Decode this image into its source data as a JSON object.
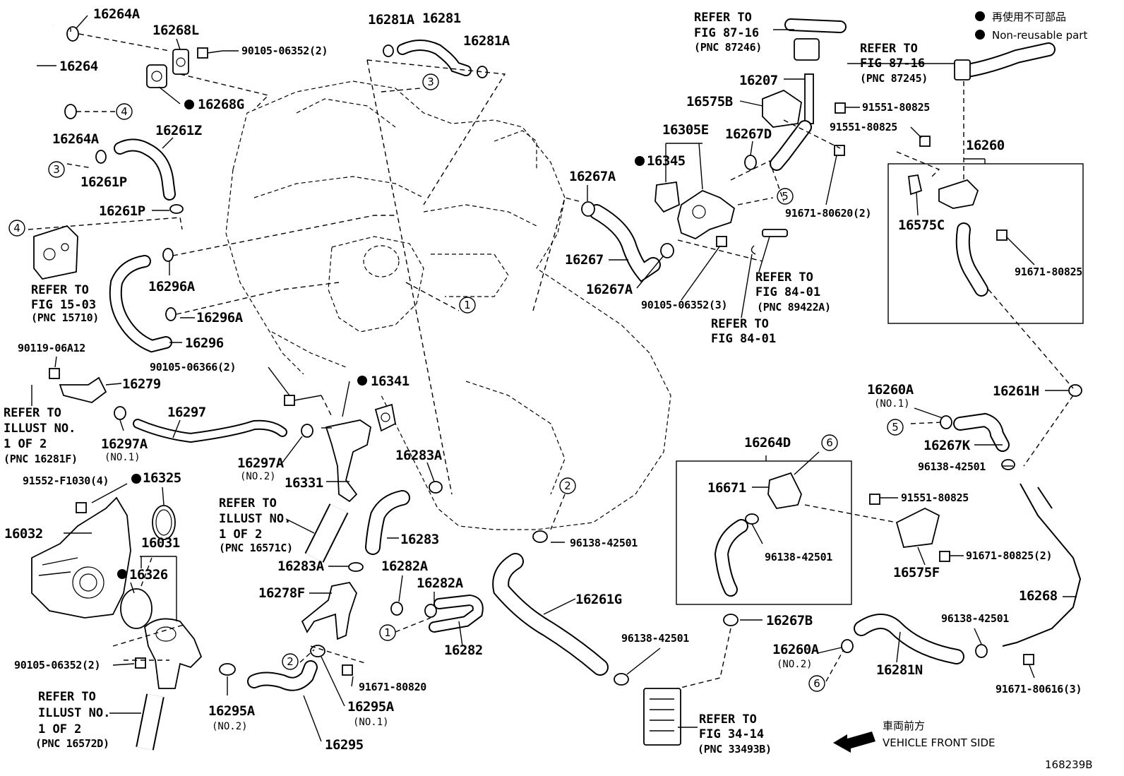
{
  "legend": {
    "jp": "再使用不可部品",
    "en": "Non-reusable part"
  },
  "diagram_code": "168239B",
  "direction": {
    "jp": "車両前方",
    "en": "VEHICLE FRONT SIDE"
  },
  "circle_refs": [
    "1",
    "2",
    "3",
    "4",
    "5",
    "6"
  ],
  "labels": {
    "p16264A_top": "16264A",
    "p16268L": "16268L",
    "p90105_06352_2_top": "90105-06352(2)",
    "p16264": "16264",
    "p16268G": "16268G",
    "p16264A_bot": "16264A",
    "p16261Z": "16261Z",
    "p16261P_a": "16261P",
    "p16261P_b": "16261P",
    "p16281A_a": "16281A",
    "p16281": "16281",
    "p16281A_b": "16281A",
    "ref_87_16_a_1": "REFER TO",
    "ref_87_16_a_2": "FIG 87-16",
    "ref_87_16_a_3": "(PNC 87246)",
    "p16207": "16207",
    "p16575B": "16575B",
    "p16305E": "16305E",
    "p16267D": "16267D",
    "p16345": "16345",
    "p16267A_a": "16267A",
    "p16267": "16267",
    "p16267A_b": "16267A",
    "p90105_06352_3": "90105-06352(3)",
    "ref_84_01_a_1": "REFER TO",
    "ref_84_01_a_2": "FIG 84-01",
    "ref_84_01_a_3": "(PNC 89422A)",
    "ref_84_01_b_1": "REFER TO",
    "ref_84_01_b_2": "FIG 84-01",
    "p91671_80620_2": "91671-80620(2)",
    "ref_87_16_b_1": "REFER TO",
    "ref_87_16_b_2": "FIG 87-16",
    "ref_87_16_b_3": "(PNC 87245)",
    "p91551_80825_a": "91551-80825",
    "p91551_80825_b": "91551-80825",
    "p16260": "16260",
    "p16575C": "16575C",
    "p91671_80825": "91671-80825",
    "ref_15_03_1": "REFER TO",
    "ref_15_03_2": "FIG 15-03",
    "ref_15_03_3": "(PNC 15710)",
    "p16296A_a": "16296A",
    "p16296A_b": "16296A",
    "p16296": "16296",
    "p90119_06A12": "90119-06A12",
    "p16279": "16279",
    "ref_ill_a_1": "REFER TO",
    "ref_ill_a_2": "ILLUST NO.",
    "ref_ill_a_3": "1 OF 2",
    "ref_ill_a_4": "(PNC 16281F)",
    "p16297": "16297",
    "p16297A_no1": "16297A",
    "sub_no1_a": "(NO.1)",
    "p90105_06366_2": "90105-06366(2)",
    "p16341": "16341",
    "p16297A_no2": "16297A",
    "sub_no2_a": "(NO.2)",
    "p16331": "16331",
    "p16283A_a": "16283A",
    "p91552_F1030_4": "91552-F1030(4)",
    "p16325": "16325",
    "p16032": "16032",
    "p16031": "16031",
    "p16326": "16326",
    "ref_ill_b_1": "REFER TO",
    "ref_ill_b_2": "ILLUST NO.",
    "ref_ill_b_3": "1 OF 2",
    "ref_ill_b_4": "(PNC 16571C)",
    "p16283": "16283",
    "p16283A_b": "16283A",
    "p16282A_a": "16282A",
    "p16282A_b": "16282A",
    "p16278F": "16278F",
    "p16282": "16282",
    "p96138_42501_a": "96138-42501",
    "p16261G": "16261G",
    "p90105_06352_2_bot": "90105-06352(2)",
    "ref_ill_c_1": "REFER TO",
    "ref_ill_c_2": "ILLUST NO.",
    "ref_ill_c_3": "1 OF 2",
    "ref_ill_c_4": "(PNC 16572D)",
    "p16295A_no2": "16295A",
    "sub_no2_b": "(NO.2)",
    "p91671_80820": "91671-80820",
    "p16295A_no1": "16295A",
    "sub_no1_b": "(NO.1)",
    "p16295": "16295",
    "p96138_42501_b": "96138-42501",
    "ref_34_14_1": "REFER TO",
    "ref_34_14_2": "FIG 34-14",
    "ref_34_14_3": "(PNC 33493B)",
    "p16264D": "16264D",
    "p16671": "16671",
    "p96138_42501_c": "96138-42501",
    "p16267B": "16267B",
    "p16260A_no1": "16260A",
    "sub_no1_c": "(NO.1)",
    "p16267K": "16267K",
    "p16261H": "16261H",
    "p96138_42501_d": "96138-42501",
    "p91551_80825_c": "91551-80825",
    "p91671_80825_2": "91671-80825(2)",
    "p16575F": "16575F",
    "p16268": "16268",
    "p96138_42501_e": "96138-42501",
    "p16260A_no2": "16260A",
    "sub_no2_c": "(NO.2)",
    "p16281N": "16281N",
    "p91671_80616_3": "91671-80616(3)"
  }
}
